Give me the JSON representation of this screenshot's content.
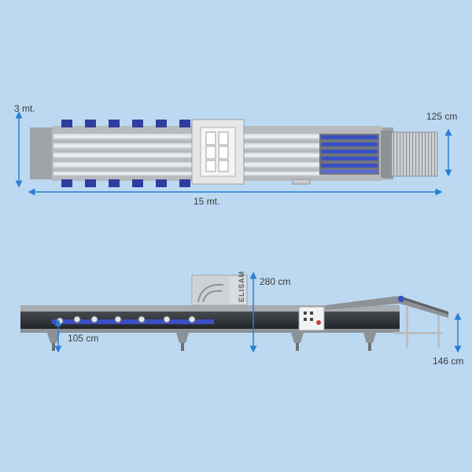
{
  "labels": {
    "height_top": "3 mt.",
    "width_end": "125 cm",
    "length": "15 mt.",
    "height_cabinet": "280 cm",
    "height_belt": "105 cm",
    "height_end": "146 cm",
    "brand": "ELISAM"
  },
  "colors": {
    "background": "#bcd9f1",
    "dimension_line": "#2a7fd4",
    "frame": "#9ea3a8",
    "belt": "#2c2f33",
    "blue_part": "#3b4fc4"
  },
  "icons": {
    "arrow": "double-arrow-icon"
  }
}
